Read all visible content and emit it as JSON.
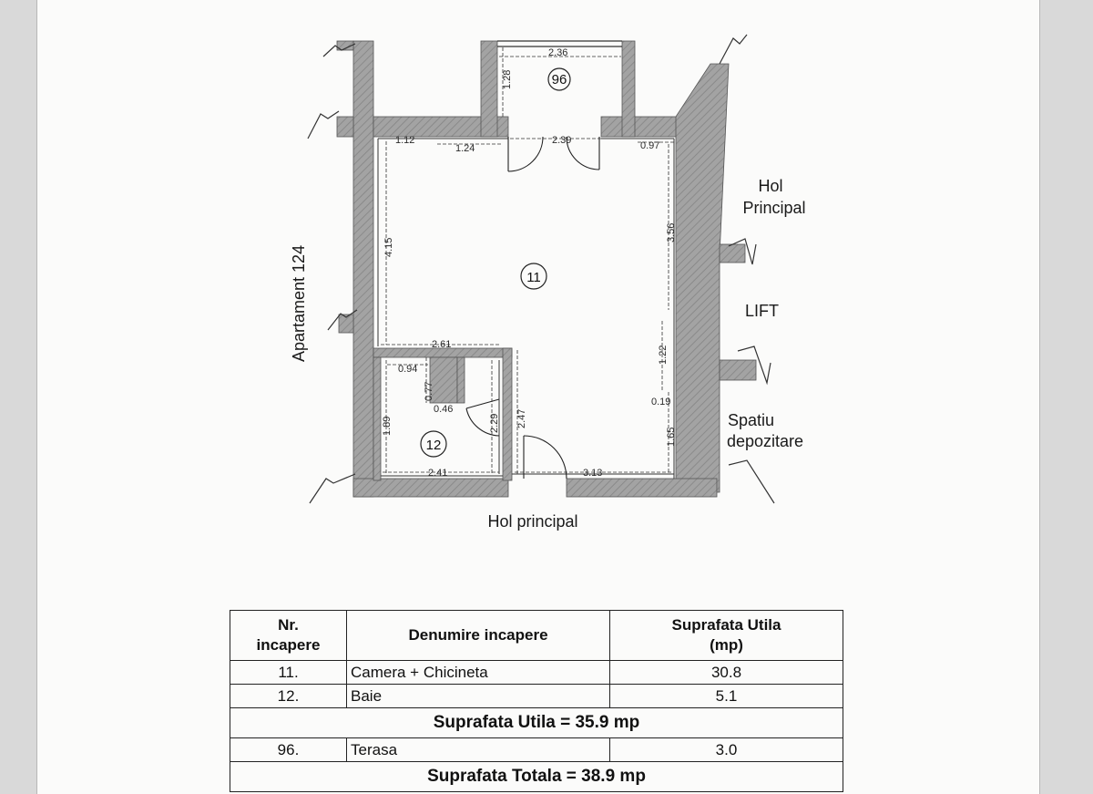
{
  "rooms": {
    "room_11": "11",
    "room_12": "12",
    "room_96": "96"
  },
  "labels": {
    "apartment": "Apartament 124",
    "hol_principal_right": [
      "Hol",
      "Principal"
    ],
    "lift": "LIFT",
    "spatiu": [
      "Spatiu",
      "depozitare"
    ],
    "hol_principal_bottom": "Hol principal"
  },
  "dimensions": {
    "d_2_36": "2.36",
    "d_1_28": "1.28",
    "d_1_12": "1.12",
    "d_1_24": "1.24",
    "d_2_39": "2.39",
    "d_0_97": "0.97",
    "d_4_15": "4.15",
    "d_3_56": "3.56",
    "d_2_61": "2.61",
    "d_0_94": "0.94",
    "d_0_77": "0.77",
    "d_0_46": "0.46",
    "d_1_22": "1.22",
    "d_0_19": "0.19",
    "d_1_89": "1.89",
    "d_2_29": "2.29",
    "d_2_47": "2.47",
    "d_1_65": "1.65",
    "d_2_41": "2.41",
    "d_3_13": "3.13"
  },
  "table": {
    "header": {
      "nr": [
        "Nr.",
        "incapere"
      ],
      "name": "Denumire incapere",
      "area": [
        "Suprafata Utila",
        "(mp)"
      ]
    },
    "rows": [
      {
        "nr": "11.",
        "name": "Camera + Chicineta",
        "area": "30.8"
      },
      {
        "nr": "12.",
        "name": "Baie",
        "area": "5.1"
      }
    ],
    "subtotal": "Suprafata Utila = 35.9 mp",
    "extra_rows": [
      {
        "nr": "96.",
        "name": "Terasa",
        "area": "3.0"
      }
    ],
    "total": "Suprafata Totala = 38.9 mp"
  },
  "colors": {
    "wall": "#9a9a9a",
    "wall_dark": "#7d7d7d",
    "line": "#2a2a2a",
    "paper": "#fbfbfa"
  }
}
